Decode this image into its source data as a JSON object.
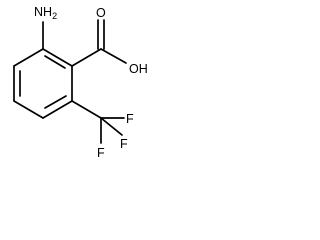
{
  "molecule": {
    "atoms": {
      "amino": {
        "element": "N",
        "hydrogens": "2",
        "label_text": "NH",
        "label_sub": "2"
      },
      "hydroxyl": {
        "label_text": "OH"
      },
      "carbonyl_oxygen": {
        "label_text": "O"
      },
      "fluorine_1": {
        "label_text": "F"
      },
      "fluorine_2": {
        "label_text": "F"
      },
      "fluorine_3": {
        "label_text": "F"
      }
    },
    "substituents": [
      "amino",
      "carboxylic-acid",
      "trifluoromethyl"
    ],
    "ring": "benzene"
  }
}
